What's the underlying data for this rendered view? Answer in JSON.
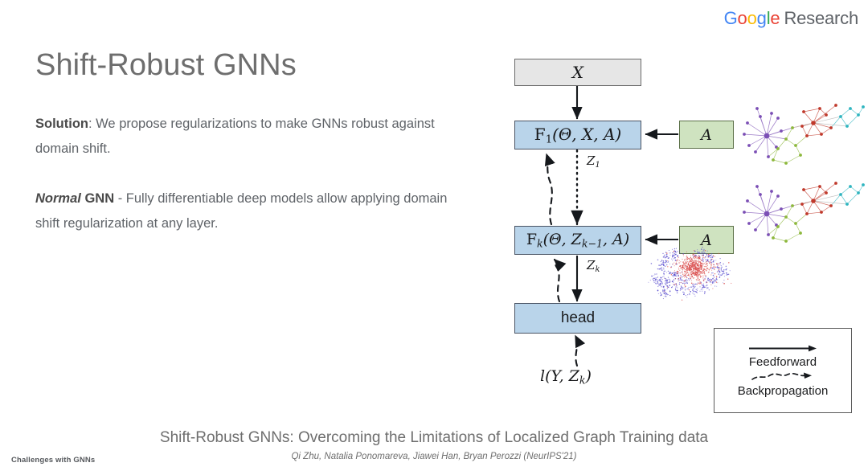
{
  "logo": {
    "google_letters": [
      {
        "char": "G",
        "color": "#4285F4"
      },
      {
        "char": "o",
        "color": "#EA4335"
      },
      {
        "char": "o",
        "color": "#FBBC05"
      },
      {
        "char": "g",
        "color": "#4285F4"
      },
      {
        "char": "l",
        "color": "#34A853"
      },
      {
        "char": "e",
        "color": "#EA4335"
      }
    ],
    "research_label": "Research"
  },
  "slide": {
    "title": "Shift-Robust GNNs",
    "solution_lead": "Solution",
    "solution_body": ":  We propose regularizations to make GNNs robust against domain shift.",
    "normal_lead": "Normal",
    "normal_lead2": "GNN",
    "normal_body": " - Fully differentiable deep models allow applying domain shift regularization at any layer."
  },
  "diagram": {
    "nodes": {
      "input": "X",
      "layer1_fn": "F",
      "layer1_sub": "1",
      "layer1_args": "(Θ, X, A)",
      "layerk_fn": "F",
      "layerk_sub": "k",
      "layerk_args": "(Θ, Z",
      "layerk_args_sub": "k−1",
      "layerk_args_tail": ", A)",
      "adjacency": "A",
      "head": "head"
    },
    "edge_labels": {
      "z1": "Z",
      "z1_sub": "1",
      "zk": "Z",
      "zk_sub": "k"
    },
    "loss": "l(Y, Z",
    "loss_sub": "k",
    "loss_tail": ")"
  },
  "legend": {
    "feedforward": "Feedforward",
    "backpropagation": "Backpropagation"
  },
  "caption": {
    "title": "Shift-Robust GNNs: Overcoming the Limitations of Localized Graph Training data",
    "authors": "Qi Zhu, Natalia Ponomareva, Jiawei Han, Bryan Perozzi (NeurIPS'21)"
  },
  "footer": {
    "section": "Challenges with GNNs"
  },
  "colors": {
    "input_box": "#e6e6e6",
    "layer_box": "#b9d4ea",
    "adjacency_box": "#cfe3c0",
    "title_gray": "#6e6e6e",
    "body_gray": "#5f6368"
  },
  "graph_thumbnails": {
    "cluster_colors": [
      "#7b4fb5",
      "#c0392b",
      "#8db83c",
      "#2fb5c0"
    ],
    "tsne_colors": [
      "#d94a4a",
      "#5b4fcf"
    ]
  }
}
